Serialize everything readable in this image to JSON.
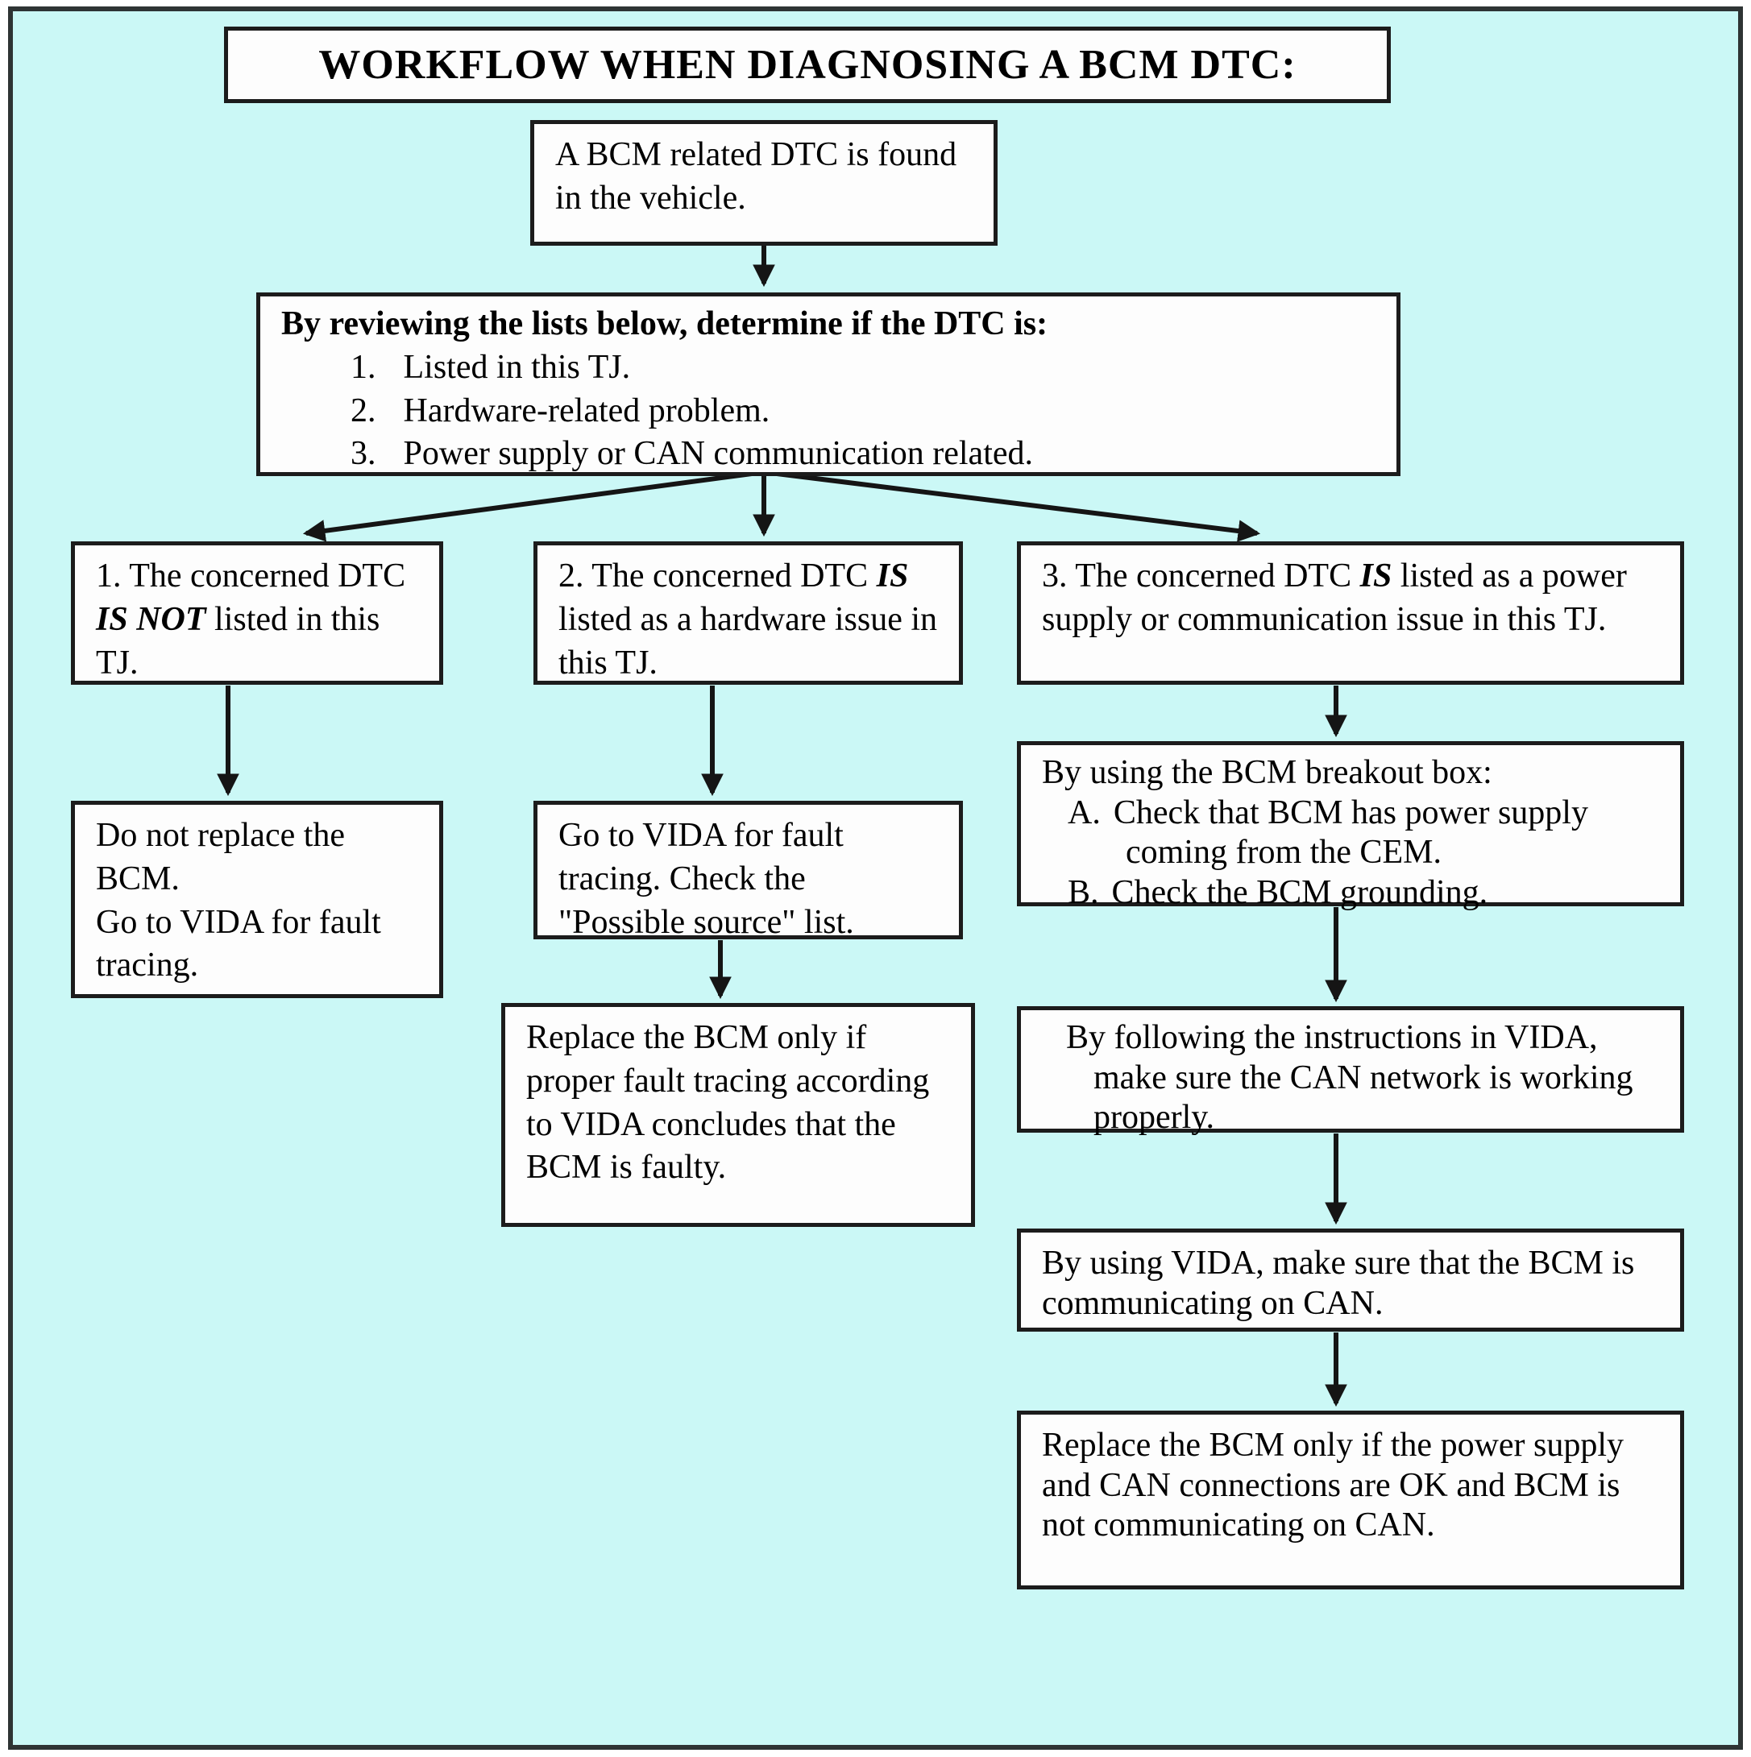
{
  "page": {
    "title": "WORKFLOW WHEN DIAGNOSING A BCM DTC:"
  },
  "colors": {
    "background": "#cbf8f6",
    "box_fill": "#fdfdfd",
    "border": "#1c1c1c",
    "arrow": "#151515",
    "text": "#000000"
  },
  "nodes": {
    "start": {
      "text": "A BCM related DTC is found in the vehicle."
    },
    "determine": {
      "heading": "By reviewing the lists below, determine if the DTC is:",
      "items": [
        {
          "num": "1.",
          "text": "Listed in this TJ."
        },
        {
          "num": "2.",
          "text": "Hardware-related problem."
        },
        {
          "num": "3.",
          "text": "Power supply or CAN communication related."
        }
      ]
    },
    "branch_not_listed": {
      "prefix": "1. The concerned DTC ",
      "emphasis": "IS NOT",
      "suffix": " listed in this TJ."
    },
    "branch_hardware": {
      "prefix": "2. The concerned DTC ",
      "emphasis": "IS",
      "suffix": " listed as a hardware issue in this TJ."
    },
    "branch_power_can": {
      "prefix": "3. The concerned DTC ",
      "emphasis": "IS",
      "suffix": " listed as a power supply or communication issue in this TJ."
    },
    "do_not_replace": {
      "line1": "Do not replace the BCM.",
      "line2": "Go to VIDA for fault tracing."
    },
    "vida_fault_tracing": {
      "text": "Go to VIDA for fault tracing. Check the \"Possible source\" list."
    },
    "replace_if_vida": {
      "text": "Replace the BCM only if proper fault tracing according to VIDA concludes that the BCM is faulty."
    },
    "breakout_box": {
      "heading": "By using the BCM breakout box:",
      "items": [
        {
          "num": "A.",
          "text": "Check that BCM has power supply coming from the CEM."
        },
        {
          "num": "B.",
          "text": "Check the BCM grounding."
        }
      ]
    },
    "can_network": {
      "text": "By following the instructions in VIDA, make sure the CAN network is working properly."
    },
    "can_communicating": {
      "text": "By using VIDA, make sure that the BCM is communicating on CAN."
    },
    "replace_if_power_ok": {
      "text": "Replace the BCM only if the power supply and CAN connections are OK and BCM is not communicating on CAN."
    }
  }
}
